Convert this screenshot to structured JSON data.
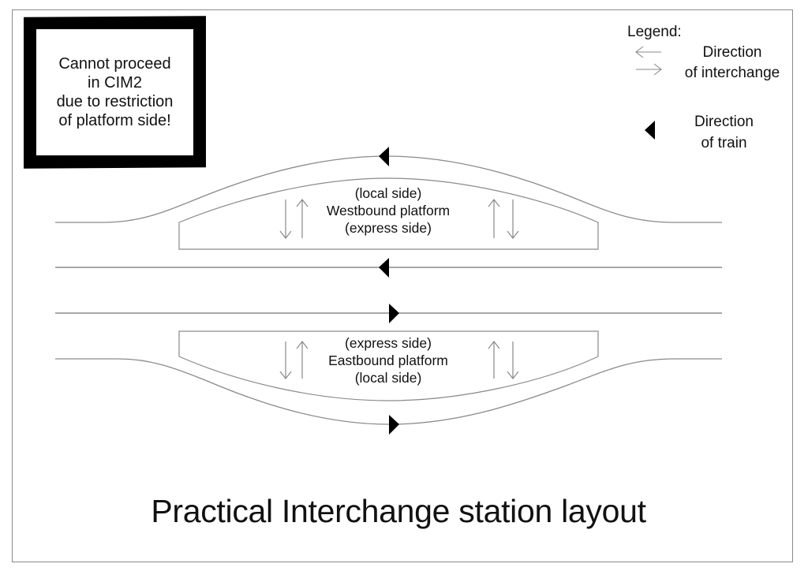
{
  "warning": {
    "lines": [
      "Cannot proceed",
      "in CIM2",
      "due to restriction",
      "of platform side!"
    ]
  },
  "legend": {
    "title": "Legend:",
    "interchange": {
      "icon": "left-right-arrow-pair",
      "lines": [
        "Direction",
        "of interchange"
      ]
    },
    "train": {
      "icon": "black-triangle-left",
      "lines": [
        "Direction",
        "of train"
      ]
    }
  },
  "platforms": [
    {
      "name": "Westbound platform",
      "top_label": "(local side)",
      "bottom_label": "(express side)"
    },
    {
      "name": "Eastbound platform",
      "top_label": "(express side)",
      "bottom_label": "(local side)"
    }
  ],
  "tracks": [
    {
      "id": "westbound-local",
      "direction": "west"
    },
    {
      "id": "westbound-express",
      "direction": "west"
    },
    {
      "id": "eastbound-express",
      "direction": "east"
    },
    {
      "id": "eastbound-local",
      "direction": "east"
    }
  ],
  "colors": {
    "line": "#8a8a8a",
    "triangle": "#000000",
    "warning_border": "#000000"
  },
  "title": "Practical Interchange station layout"
}
